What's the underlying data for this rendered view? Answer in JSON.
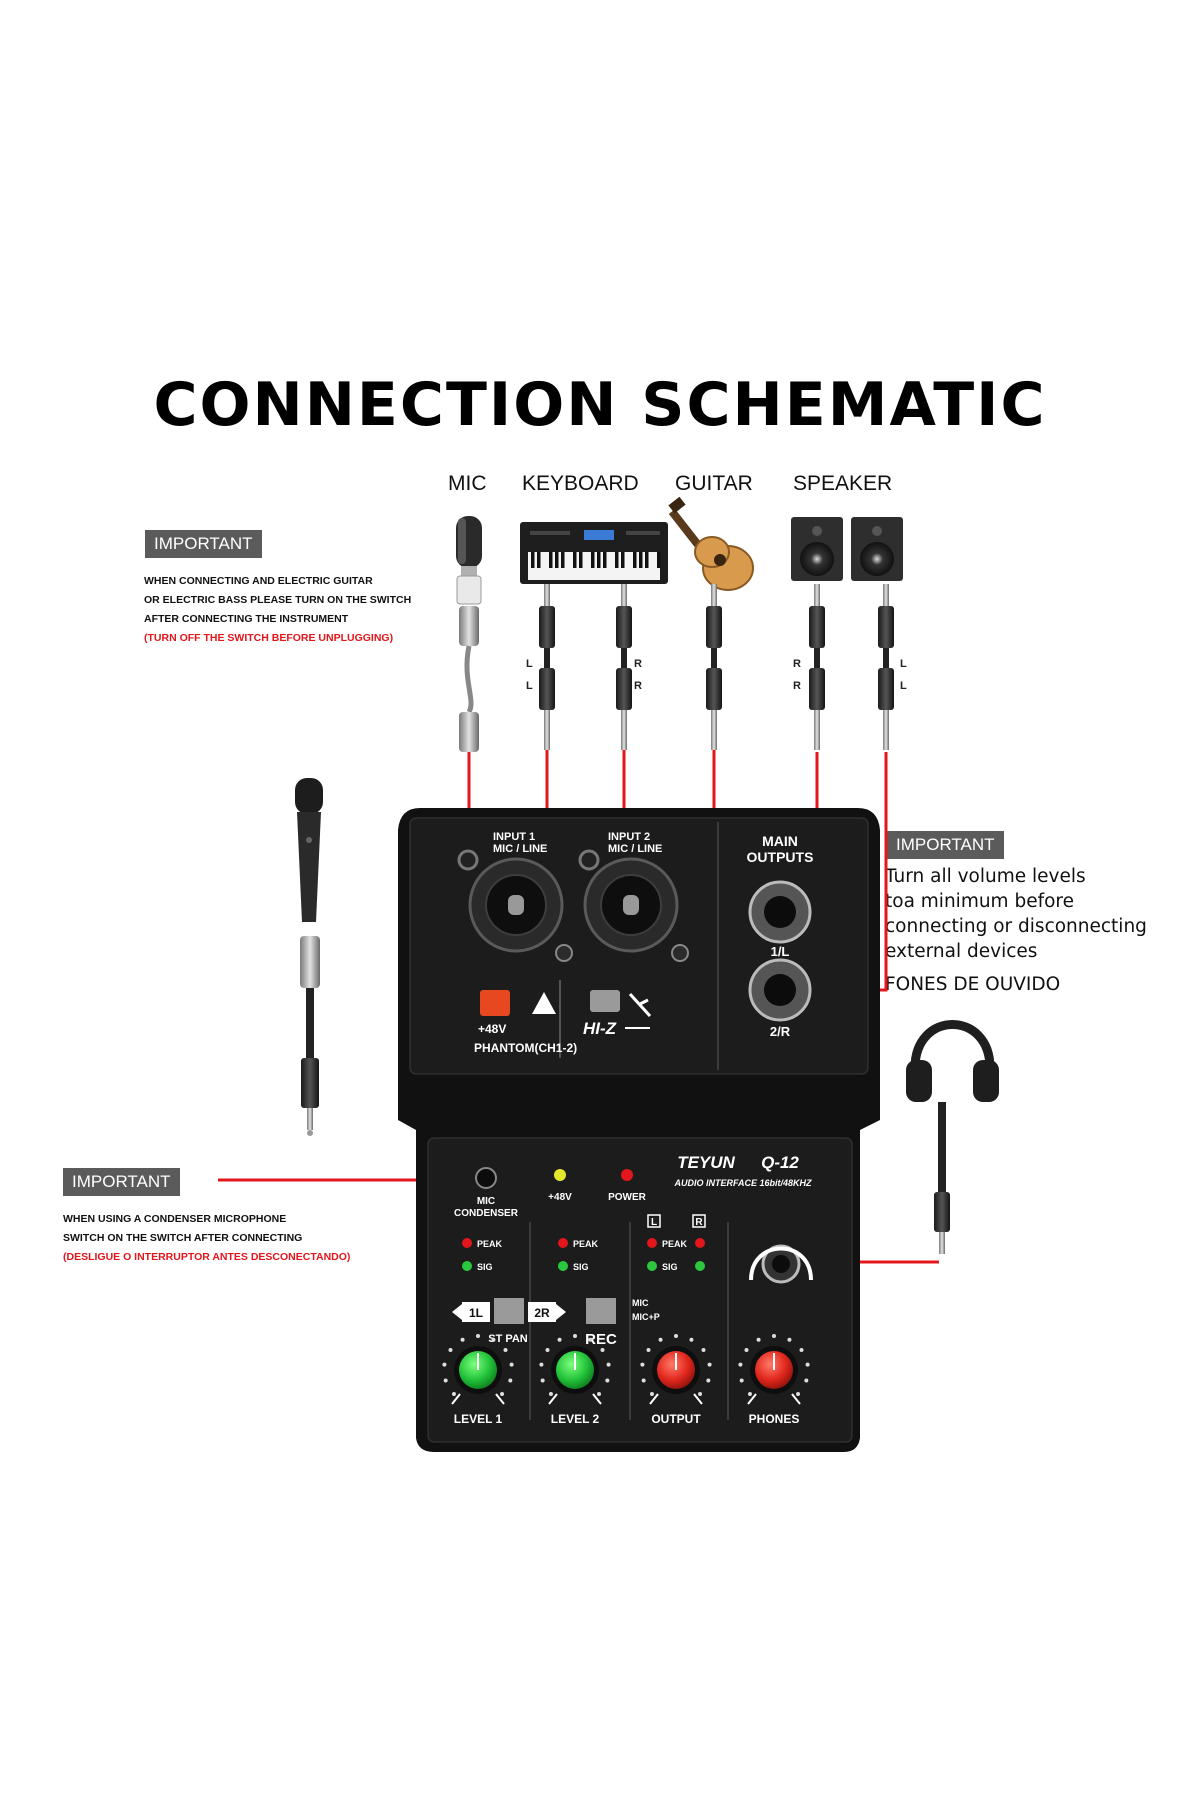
{
  "title": "CONNECTION SCHEMATIC",
  "devices": {
    "mic": "MIC",
    "keyboard": "KEYBOARD",
    "guitar": "GUITAR",
    "speaker": "SPEAKER"
  },
  "notes": {
    "top_left": {
      "badge": "IMPORTANT",
      "line1": "WHEN CONNECTING AND ELECTRIC GUITAR",
      "line2": "OR ELECTRIC BASS PLEASE TURN ON THE SWITCH",
      "line3": "AFTER CONNECTING THE INSTRUMENT",
      "line4_red": "(TURN OFF THE SWITCH BEFORE UNPLUGGING)"
    },
    "right": {
      "badge": "IMPORTANT",
      "line1": "Turn all volume levels",
      "line2": "toa minimum before",
      "line3": "connecting or disconnecting",
      "line4": "external devices",
      "headphones_label": "FONES DE OUVIDO"
    },
    "bottom_left": {
      "badge": "IMPORTANT",
      "line1": "WHEN USING A CONDENSER MICROPHONE",
      "line2": "SWITCH ON THE SWITCH AFTER CONNECTING",
      "line3_red": "(DESLIGUE O INTERRUPTOR ANTES DESCONECTANDO)"
    }
  },
  "cable_labels": {
    "kb_left_top": "L",
    "kb_left_bottom": "L",
    "kb_right_top": "R",
    "kb_right_bottom": "R",
    "spk_left_top": "R",
    "spk_left_bottom": "R",
    "spk_right_top": "L",
    "spk_right_bottom": "L"
  },
  "panel": {
    "input1": "INPUT 1",
    "input1_sub": "MIC / LINE",
    "input2": "INPUT 2",
    "input2_sub": "MIC / LINE",
    "main_outputs_1": "MAIN",
    "main_outputs_2": "OUTPUTS",
    "out_l": "1/L",
    "out_r": "2/R",
    "phantom_48v": "+48V",
    "phantom_label": "PHANTOM(CH1-2)",
    "hiz": "HI-Z",
    "brand": "TEYUN",
    "model": "Q-12",
    "subtitle": "AUDIO INTERFACE 16bit/48KHZ",
    "mic_condenser_1": "MIC",
    "mic_condenser_2": "CONDENSER",
    "led_48v": "+48V",
    "led_power": "POWER",
    "ch_l": "L",
    "ch_r": "R",
    "peak": "PEAK",
    "sig": "SIG",
    "pan_1l": "1L",
    "pan_2r": "2R",
    "st_pan": "ST PAN",
    "rec": "REC",
    "rec_mic": "MIC",
    "rec_micp": "MIC+P",
    "knob1": "LEVEL 1",
    "knob2": "LEVEL 2",
    "knob3": "OUTPUT",
    "knob4": "PHONES"
  },
  "colors": {
    "cable_red": "#e3161b",
    "knob_green": "#22c23a",
    "knob_red": "#e0261c",
    "phantom_button": "#e8481f",
    "panel_dark": "#1c1c1c",
    "badge_gray": "#5b5b5b"
  }
}
